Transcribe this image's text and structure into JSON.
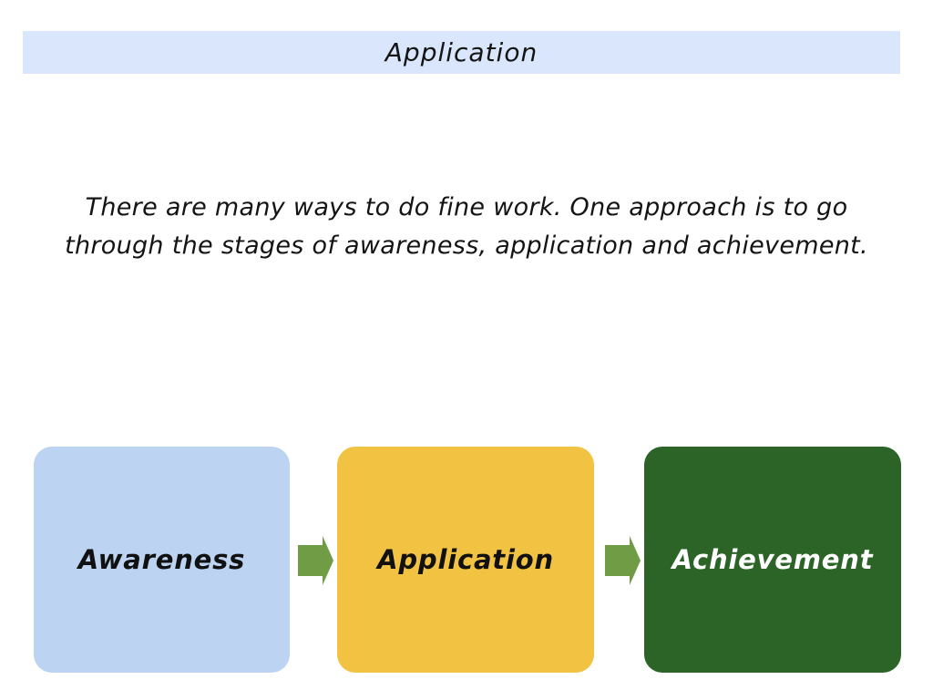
{
  "slide": {
    "title": "Application"
  },
  "intro": {
    "lines": [
      "There are many ways to do fine work. One approach is to go",
      "through the stages of awareness, application and achievement."
    ]
  },
  "process": {
    "stages": [
      {
        "label": "Awareness",
        "fill": "#BDD3F2",
        "label_color": "#111111"
      },
      {
        "label": "Application",
        "fill": "#F2C243",
        "label_color": "#111111"
      },
      {
        "label": "Achievement",
        "fill": "#2C6428",
        "label_color": "#FFFFFF"
      }
    ],
    "arrow_color": "#6F9C44"
  },
  "colors": {
    "title_bar_bg": "#D9E6FB",
    "page_bg": "#FFFFFF",
    "text": "#141414"
  }
}
